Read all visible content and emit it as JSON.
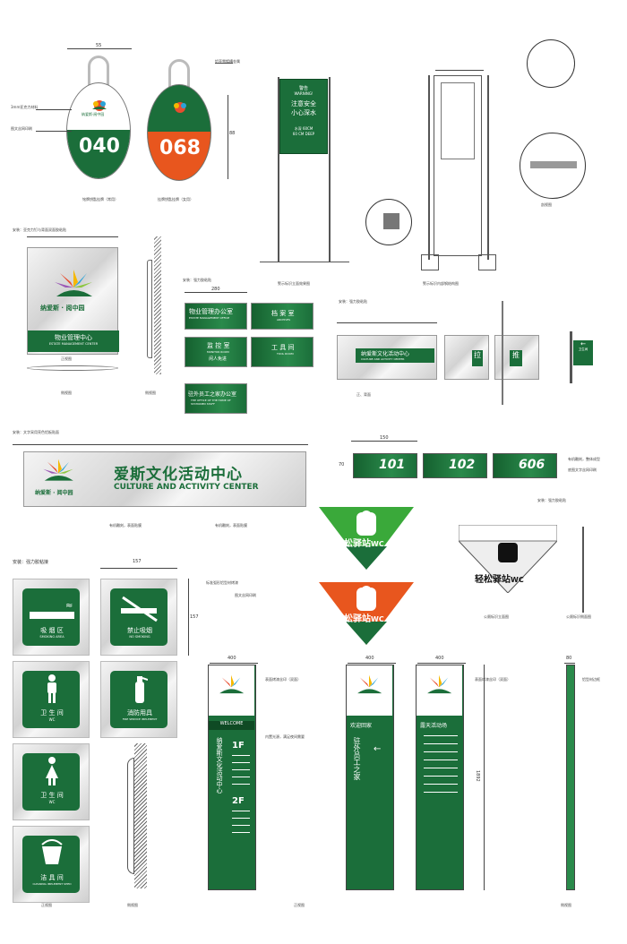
{
  "tags": {
    "tag1_number": "040",
    "tag2_number": "068",
    "tag1_caption": "铭牌钥匙挂牌（常用）",
    "tag2_caption": "挂牌钥匙挂牌（女用）",
    "tag_dim_width": "55",
    "tag_dim_height": "88",
    "tag_note1": "3mm亚克力材料",
    "tag_note2": "图文丝网印刷",
    "tag_note3": "铝壳雪镀槽金属"
  },
  "warning_sign": {
    "title": "警告",
    "title_en": "WARNING!",
    "line1": "注意安全",
    "line2": "小心深水",
    "depth_cn": "水深 60CM",
    "depth_en": "60 CM DEEP",
    "caption": "警示标识立面效果图"
  },
  "structure_caption": "警示标识内部钢结构图",
  "side_view_caption": "剖视图",
  "office_sign": {
    "title": "物业管理中心",
    "subtitle": "ESTATE MANAGEMENT CENTER",
    "caption_front": "正视图",
    "caption_side": "侧视图",
    "install_note": "安装：亚克力钉与背面双面胶粘贴",
    "logo_text": "纳爱斯 · 阅中园"
  },
  "room_signs": {
    "items": [
      {
        "cn": "物业管理办公室",
        "en": "ESTATE MANAGEMENT OFFICE"
      },
      {
        "cn": "档 案 室",
        "en": "ARCHIVES"
      },
      {
        "cn": "监 控 室",
        "en": "MONITOR ROOM"
      },
      {
        "cn": "工 具 间",
        "en": "TOOL ROOM"
      },
      {
        "cn": "驻外员工之家办公室",
        "en": "THE OFFICE OF THE HOME OF STATIONED STAFF"
      }
    ],
    "extra_label": "闲人免进",
    "install_note": "安装：强力胶粘贴",
    "dim_width": "280"
  },
  "activity_small": {
    "title": "纳爱斯文化活动中心",
    "subtitle": "CULTURE AND ACTIVITY CENTER",
    "push": "推",
    "pull": "拉",
    "install_note": "安装：强力胶粘贴",
    "front": "正、背面",
    "side_label": "卫生间"
  },
  "banner": {
    "title": "爱斯文化活动中心",
    "subtitle": "CULTURE AND ACTIVITY CENTER",
    "logo_text": "纳爱斯 · 阅中园",
    "note_top": "安装：文字采用亮色铝板贴面",
    "note_bottom_left": "有机雕刻，表面贴膜",
    "note_bottom_right": "有机雕刻，表面贴膜"
  },
  "door_numbers": {
    "items": [
      "101",
      "102",
      "606"
    ],
    "dim_w": "150",
    "dim_h": "70",
    "note1": "有机雕刻，整体成型",
    "note2": "底图文字丝网印刷",
    "install": "安装：强力胶粘贴"
  },
  "restroom": {
    "label": "轻松驿站",
    "wc": "WC",
    "caption_front": "公厕标识立面图",
    "caption_side": "公厕标识侧面图"
  },
  "icon_signs": {
    "install_note": "安装：强力胶粘接",
    "dim": "157",
    "note1": "标准弧形铝型材烤漆",
    "note2": "图文丝网印刷",
    "items": [
      {
        "cn": "吸 烟 区",
        "en": "SMOKING AREA",
        "icon": "cigarette-icon"
      },
      {
        "cn": "禁止吸烟",
        "en": "NO SMOKING",
        "icon": "no-smoking-icon"
      },
      {
        "cn": "卫 生 间",
        "en": "WC",
        "icon": "man-icon"
      },
      {
        "cn": "消防用具",
        "en": "FIRE SERVICE IMPLEMENT",
        "icon": "extinguisher-icon"
      },
      {
        "cn": "卫 生 间",
        "en": "WC",
        "icon": "woman-icon"
      },
      {
        "cn": "洁 具 间",
        "en": "CLEANING IMPLEMENT SHED",
        "icon": "bucket-icon"
      }
    ],
    "caption_front": "正视图",
    "caption_side": "侧视图"
  },
  "pylons": {
    "dim": "400",
    "dim_side": "80",
    "height": "1892",
    "welcome": "WELCOME",
    "p1_title": "纳爱斯文化活动中心",
    "floor1": "1F",
    "floor2": "2F",
    "p2_header": "欢迎回家",
    "p2_title": "驻外员工之家",
    "p3_header": "露天活动场",
    "note1": "表面烤漆丝印（双面）",
    "note2": "内置光源，满足夜间需要",
    "note3": "表面烤漆丝印（双面）",
    "note4": "铝型材边框",
    "caption_front": "正视图",
    "caption_side": "侧视图"
  }
}
